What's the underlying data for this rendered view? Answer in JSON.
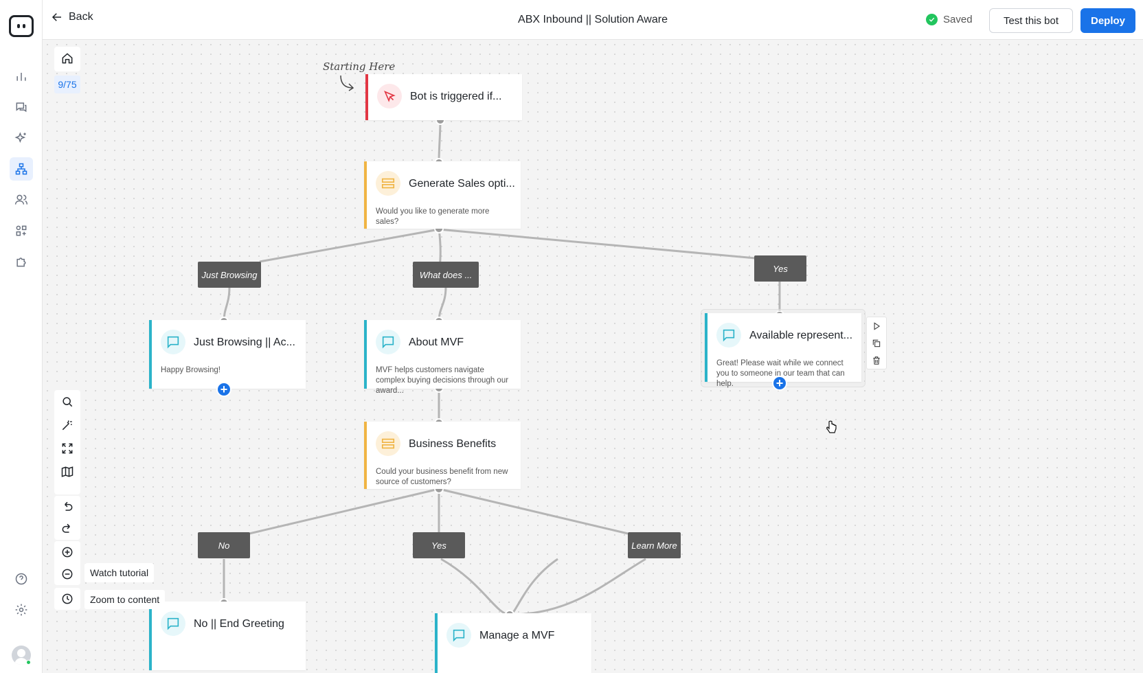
{
  "header": {
    "back_label": "Back",
    "title": "ABX Inbound || Solution Aware",
    "saved_label": "Saved",
    "test_label": "Test this bot",
    "deploy_label": "Deploy"
  },
  "sidebar": {
    "items": [
      {
        "name": "analytics",
        "icon": "bar-chart-icon"
      },
      {
        "name": "conversations",
        "icon": "chat-icon"
      },
      {
        "name": "ai",
        "icon": "sparkles-icon"
      },
      {
        "name": "bot-builder",
        "icon": "flow-icon",
        "active": true
      },
      {
        "name": "contacts",
        "icon": "users-icon"
      },
      {
        "name": "integrations",
        "icon": "apps-icon"
      },
      {
        "name": "plugins",
        "icon": "puzzle-icon"
      }
    ],
    "bottom": [
      "help-icon",
      "settings-icon",
      "avatar"
    ]
  },
  "toolbar": {
    "counter": "9/75",
    "watch_tutorial": "Watch tutorial",
    "zoom_to_content": "Zoom to content"
  },
  "canvas": {
    "annotation": "Starting Here",
    "nodes": {
      "trigger": {
        "title": "Bot is triggered if..."
      },
      "generate": {
        "title": "Generate Sales opti...",
        "desc": "Would you like to generate more sales?"
      },
      "just_browsing": {
        "title": "Just Browsing || Ac...",
        "desc": "Happy Browsing!"
      },
      "about_mvf": {
        "title": "About MVF",
        "desc": "MVF helps customers navigate complex buying decisions through our award..."
      },
      "available": {
        "title": "Available represent...",
        "desc": "Great! Please wait while we connect you to someone in our team that can help."
      },
      "business": {
        "title": "Business Benefits",
        "desc": "Could your business benefit from new source of customers?"
      },
      "no_end": {
        "title": "No || End Greeting"
      },
      "meeting": {
        "title": "Manage a MVF"
      }
    },
    "branches": {
      "just_browsing": "Just Browsing",
      "what_does": "What does ...",
      "yes1": "Yes",
      "no": "No",
      "yes2": "Yes",
      "learn_more": "Learn More"
    }
  },
  "colors": {
    "accent": "#1a73e8",
    "message_node": "#2bb3c9",
    "question_node": "#f0b443",
    "trigger_node": "#e23744",
    "branch_label": "#5a5a5a"
  }
}
